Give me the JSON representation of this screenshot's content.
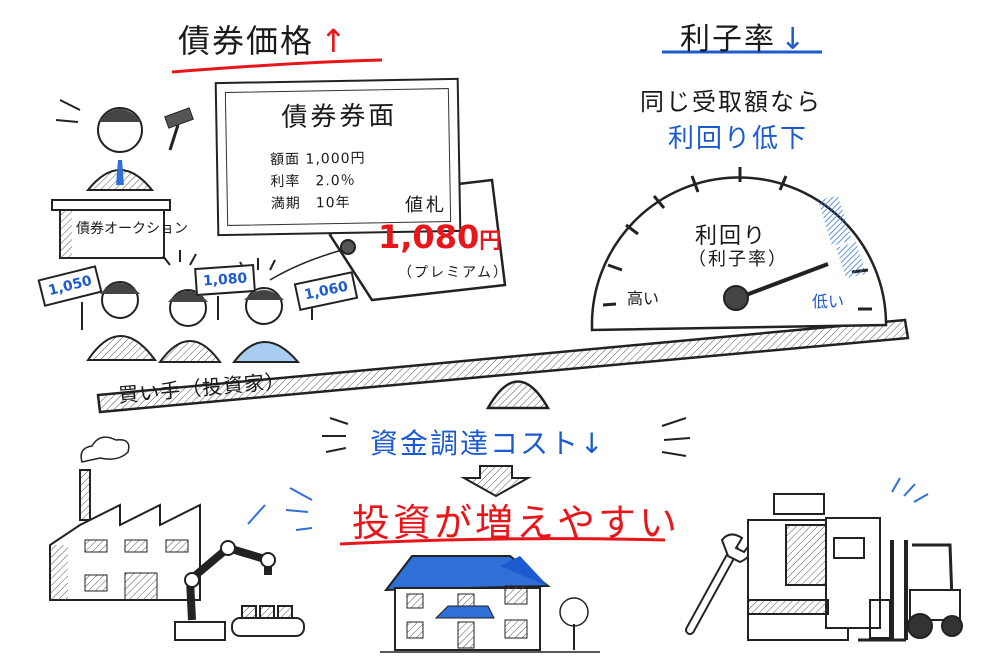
{
  "headline_left": {
    "text": "債券価格",
    "arrow": "↑",
    "arrow_color": "#e8161b"
  },
  "headline_right": {
    "text": "利子率",
    "arrow": "↓",
    "arrow_color": "#1c5bcf"
  },
  "right_subtitle": {
    "line1": "同じ受取額なら",
    "line2": "利回り低下"
  },
  "bond_certificate": {
    "title": "債券券面",
    "face_value": "額面 1,000円",
    "coupon": "利率　2.0％",
    "maturity": "満期　10年"
  },
  "price_tag": {
    "label": "値札",
    "price": "1,080",
    "unit": "円",
    "note": "（プレミアム）"
  },
  "auction": {
    "podium_label": "債券オークション"
  },
  "buyers": {
    "label": "買い手（投資家）",
    "bids": [
      "1,050",
      "1,080",
      "1,060"
    ]
  },
  "gauge": {
    "title": "利回り",
    "subtitle": "（利子率）",
    "high_label": "高い",
    "low_label": "低い"
  },
  "flow": {
    "cost_text": "資金調達コスト↓",
    "result_text": "投資が増えやすい"
  },
  "colors": {
    "red": "#e8161b",
    "blue": "#1c5bcf",
    "ink": "#1a1a1a"
  }
}
